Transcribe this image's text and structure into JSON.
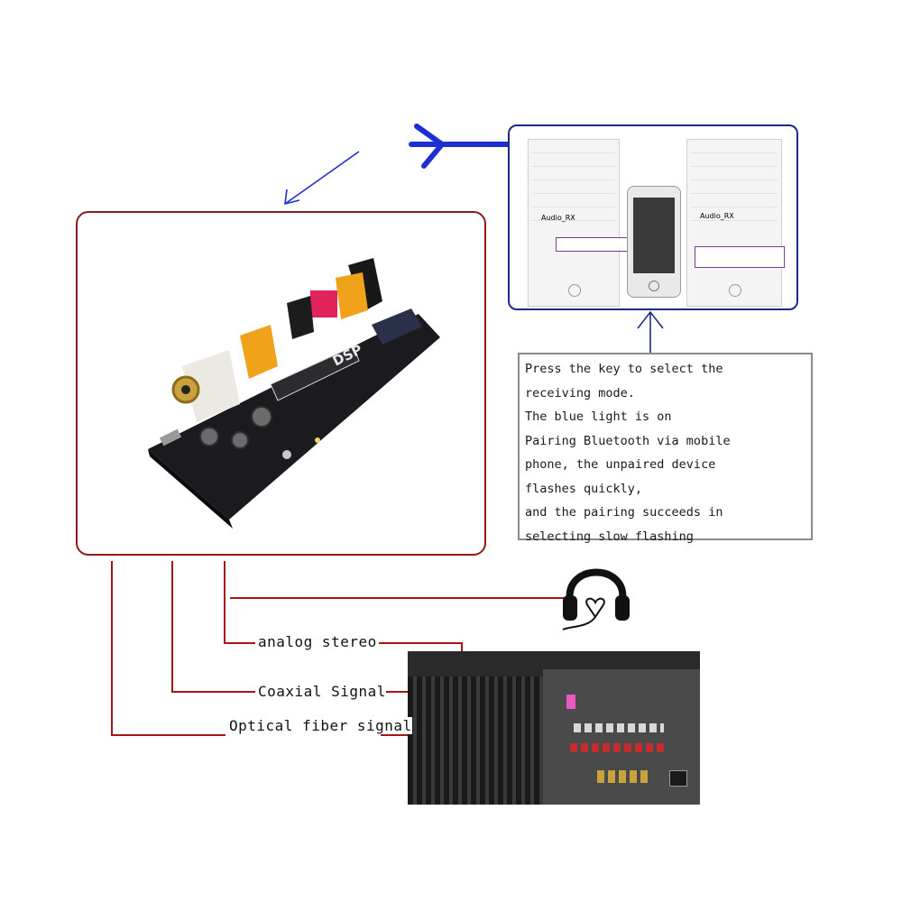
{
  "instructions": {
    "lines": [
      "Press the key to select the",
      "receiving mode.",
      "The blue light is on",
      "Pairing Bluetooth via mobile",
      "phone, the unpaired device",
      "flashes quickly,",
      "and the pairing succeeds in",
      "selecting slow flashing"
    ]
  },
  "outputs": {
    "analog": "analog stereo",
    "coaxial": "Coaxial Signal",
    "optical": "Optical fiber signal"
  },
  "phone_screens": {
    "device_left": "Audio_RX",
    "device_right": "Audio_RX",
    "board_label": "DSP"
  },
  "colors": {
    "wire_red": "#a41616",
    "arrow_blue": "#1d2fd0",
    "board_frame": "#8e1b1b",
    "phone_frame": "#1d2a8a"
  }
}
